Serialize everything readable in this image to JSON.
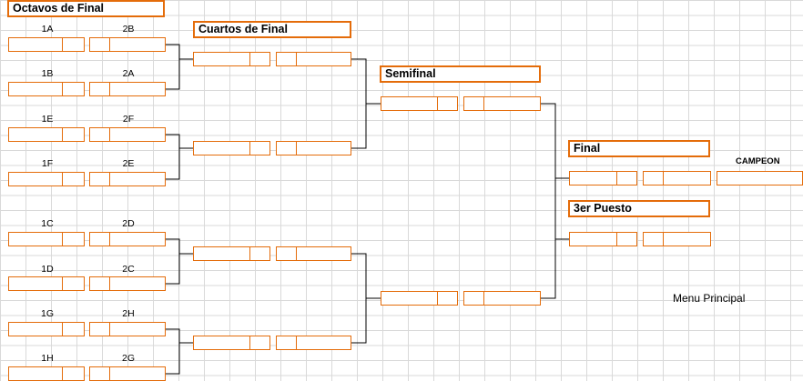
{
  "rounds": {
    "octavos": "Octavos de Final",
    "cuartos": "Cuartos de Final",
    "semifinal": "Semifinal",
    "final": "Final",
    "tercer": "3er Puesto"
  },
  "matches": [
    {
      "left": "1A",
      "right": "2B"
    },
    {
      "left": "1B",
      "right": "2A"
    },
    {
      "left": "1E",
      "right": "2F"
    },
    {
      "left": "1F",
      "right": "2E"
    },
    {
      "left": "1C",
      "right": "2D"
    },
    {
      "left": "1D",
      "right": "2C"
    },
    {
      "left": "1G",
      "right": "2H"
    },
    {
      "left": "1H",
      "right": "2G"
    }
  ],
  "champion_label": "CAMPEON",
  "menu_link": "Menu Principal",
  "colors": {
    "accent": "#e46c0a",
    "grid": "#d9d9d9",
    "connector": "#000000"
  }
}
